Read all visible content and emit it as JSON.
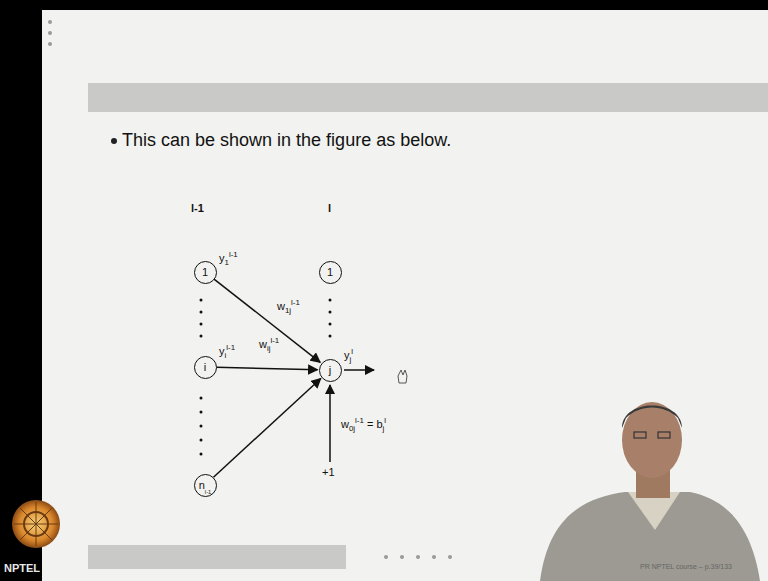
{
  "diagram": {
    "nodes": [
      {
        "text": [
          "1"
        ]
      },
      {
        "text": [
          "i"
        ]
      },
      {
        "text": [
          "n",
          "l-1"
        ]
      },
      {
        "text": [
          "1"
        ]
      },
      {
        "text": [
          "j"
        ]
      }
    ],
    "edges": [
      {
        "from": 0,
        "to": 4,
        "label": "w1jl-1",
        "arrow": "to"
      },
      {
        "from": 1,
        "to": 4,
        "label": "wijl-1",
        "arrow": "to"
      },
      {
        "from": 2,
        "to": 4,
        "arrow": "to"
      }
    ],
    "labels": [
      "This can be shown in the figure as below.",
      "l-1",
      "l",
      "y1l-1",
      "yil-1",
      "yjl",
      "w0jl-1 = bjl",
      "+1",
      "NPTEL",
      "PR NPTEL course – p.39/133"
    ]
  }
}
